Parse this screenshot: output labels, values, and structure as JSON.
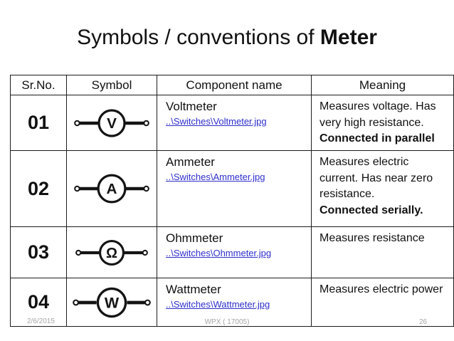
{
  "title": {
    "regular": "Symbols / conventions of ",
    "bold": "Meter"
  },
  "table": {
    "headers": [
      "Sr.No.",
      "Symbol",
      "Component name",
      "Meaning"
    ],
    "rows": [
      {
        "sr_no": "01",
        "symbol_letter": "V",
        "symbol_icon": "voltmeter-symbol",
        "component_name": "Voltmeter",
        "link": "..\\Switches\\Voltmeter.jpg",
        "meaning": "Measures voltage. Has very high resistance.",
        "meaning_bold": "Connected in parallel"
      },
      {
        "sr_no": "02",
        "symbol_letter": "A",
        "symbol_icon": "ammeter-symbol",
        "component_name": "Ammeter",
        "link": "..\\Switches\\Ammeter.jpg",
        "meaning": "Measures electric current. Has near zero resistance.",
        "meaning_bold": "Connected serially."
      },
      {
        "sr_no": "03",
        "symbol_letter": "Ω",
        "symbol_icon": "ohmmeter-symbol",
        "component_name": "Ohmmeter",
        "link": "..\\Switches\\Ohmmeter.jpg",
        "meaning": "Measures resistance",
        "meaning_bold": ""
      },
      {
        "sr_no": "04",
        "symbol_letter": "W",
        "symbol_icon": "wattmeter-symbol",
        "component_name": "Wattmeter",
        "link": "..\\Switches\\Wattmeter.jpg",
        "meaning": "Measures electric power",
        "meaning_bold": ""
      }
    ]
  },
  "footer": {
    "date": "2/6/2015",
    "center": "WPX ( 17005)",
    "page": "26"
  },
  "colors": {
    "link_blue": "#2e2ecc",
    "footer_gray": "#a6a6a6",
    "border_black": "#1c1c1c",
    "background": "#ffffff"
  }
}
